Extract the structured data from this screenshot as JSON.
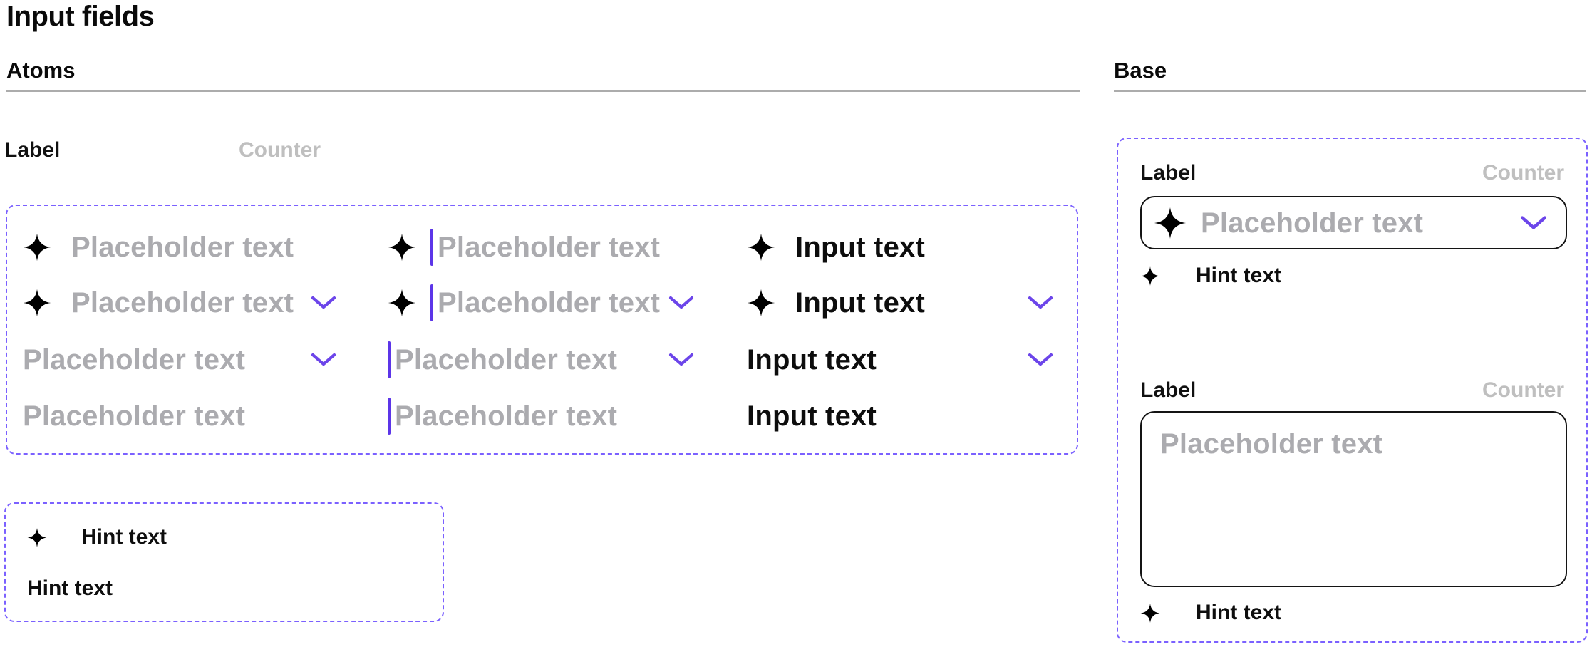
{
  "page": {
    "title": "Input fields"
  },
  "atoms": {
    "heading": "Atoms",
    "label": "Label",
    "counter": "Counter",
    "placeholder": "Placeholder text",
    "input_text": "Input text",
    "hint_with_icon": "Hint text",
    "hint_plain": "Hint text"
  },
  "base": {
    "heading": "Base",
    "fields": [
      {
        "type": "select",
        "label": "Label",
        "counter": "Counter",
        "placeholder": "Placeholder text",
        "hint": "Hint text"
      },
      {
        "type": "textarea",
        "label": "Label",
        "counter": "Counter",
        "placeholder": "Placeholder text",
        "hint": "Hint text"
      }
    ]
  },
  "icons": {
    "sparkle": "sparkle-icon",
    "chevron": "chevron-down-icon",
    "cursor": "text-cursor"
  },
  "colors": {
    "accent_purple": "#5C35E8",
    "chevron_purple": "#6C45EA",
    "dashed_outline": "#7B61FF",
    "placeholder_gray": "#ABABAF",
    "counter_gray": "#BFBFBF",
    "text_black": "#0D0D0D",
    "hint_icon_gray": "#AFAFB6",
    "divider_gray": "#ACACAC",
    "field_border": "#141414"
  }
}
